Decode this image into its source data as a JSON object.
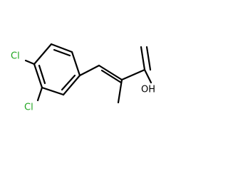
{
  "molecule": {
    "atoms": {
      "cl_top": "Cl",
      "cl_bottom": "Cl",
      "hydroxyl": "OH"
    },
    "colors": {
      "chlorine": "#1fa51f",
      "bond": "#000000",
      "oxygen_label": "#000000",
      "background": "#ffffff"
    }
  }
}
